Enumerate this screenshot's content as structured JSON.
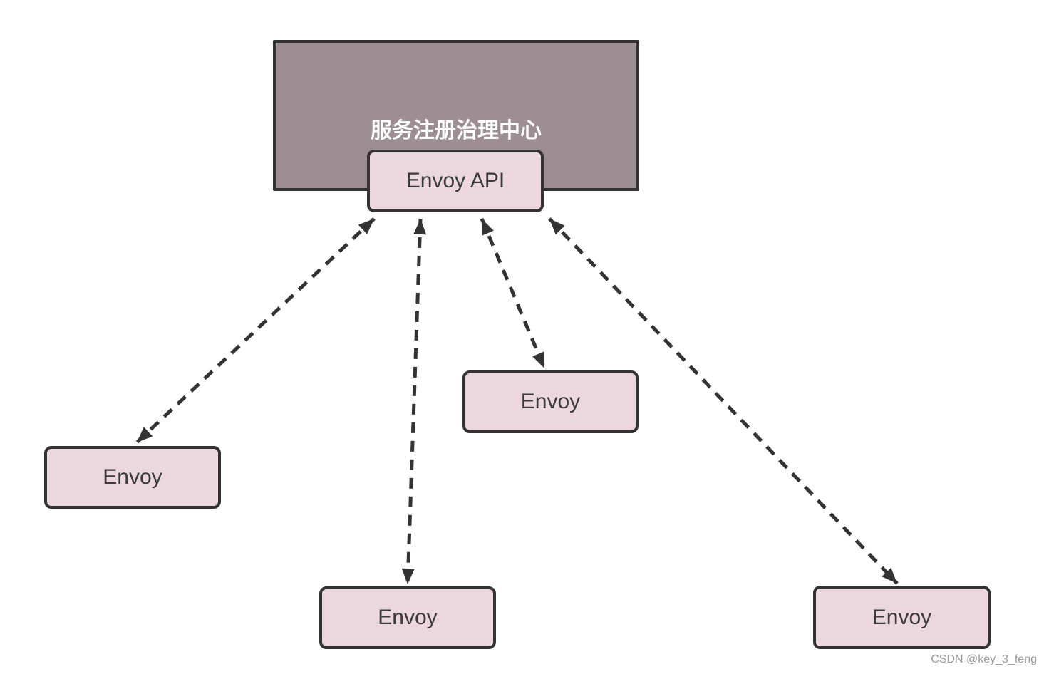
{
  "diagram": {
    "registry_box": {
      "label": "服务注册治理中心"
    },
    "envoy_api_box": {
      "label": "Envoy API"
    },
    "envoy_nodes": [
      {
        "id": "envoy-left",
        "label": "Envoy"
      },
      {
        "id": "envoy-middle",
        "label": "Envoy"
      },
      {
        "id": "envoy-bottom",
        "label": "Envoy"
      },
      {
        "id": "envoy-right",
        "label": "Envoy"
      }
    ],
    "connections": [
      {
        "from": "envoy-api",
        "to": "envoy-left",
        "style": "dashed",
        "bidirectional": true
      },
      {
        "from": "envoy-api",
        "to": "envoy-bottom",
        "style": "dashed",
        "bidirectional": true
      },
      {
        "from": "envoy-api",
        "to": "envoy-middle",
        "style": "dashed",
        "bidirectional": true
      },
      {
        "from": "envoy-api",
        "to": "envoy-right",
        "style": "dashed",
        "bidirectional": true
      }
    ],
    "colors": {
      "registry_fill": "#9c8e93",
      "node_fill": "#ebd7dd",
      "border": "#333333",
      "arrow": "#333333",
      "registry_text": "#ffffff",
      "node_text": "#3b3b3b"
    }
  },
  "watermark": {
    "text": "CSDN @key_3_feng"
  }
}
